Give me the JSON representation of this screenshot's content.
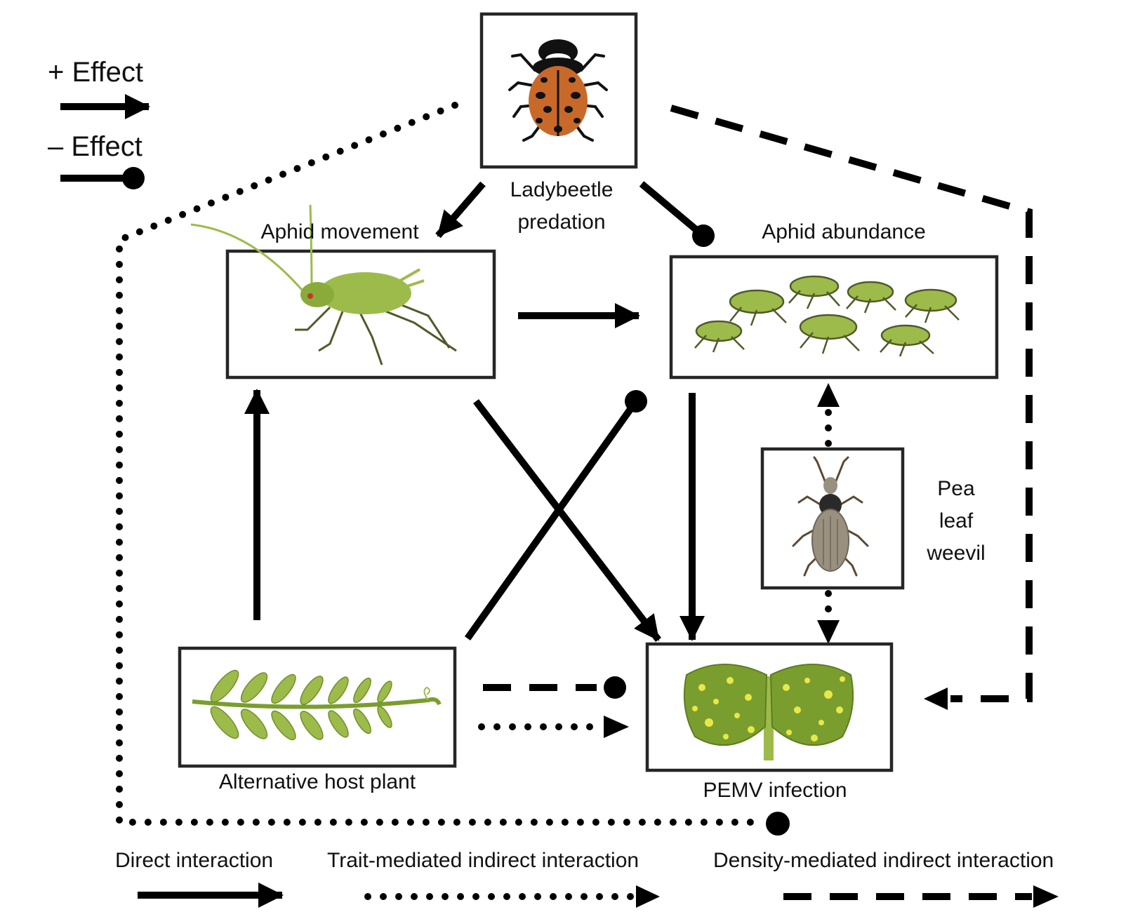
{
  "effect_legend": {
    "positive": "+ Effect",
    "negative": "– Effect"
  },
  "nodes": {
    "ladybeetle": {
      "label_line1": "Ladybeetle",
      "label_line2": "predation",
      "icon": "ladybeetle-icon"
    },
    "aphid_movement": {
      "label": "Aphid movement",
      "icon": "aphid-icon"
    },
    "aphid_abundance": {
      "label": "Aphid abundance",
      "icon": "aphid-colony-icon"
    },
    "weevil": {
      "label_line1": "Pea",
      "label_line2": "leaf",
      "label_line3": "weevil",
      "icon": "weevil-icon"
    },
    "host_plant": {
      "label": "Alternative host plant",
      "icon": "pea-plant-icon"
    },
    "pemv": {
      "label": "PEMV infection",
      "icon": "infected-leaf-icon"
    }
  },
  "interaction_legend": {
    "direct": "Direct interaction",
    "trait": "Trait-mediated indirect interaction",
    "density": "Density-mediated indirect interaction"
  },
  "colors": {
    "line": "#000000",
    "box_border": "#262626",
    "beetle_orange": "#c8692a",
    "aphid_green": "#9dbb4a",
    "leaf_green": "#7a9e2e",
    "virus_yellow": "#e8e84a",
    "weevil_gray": "#9a9080"
  }
}
